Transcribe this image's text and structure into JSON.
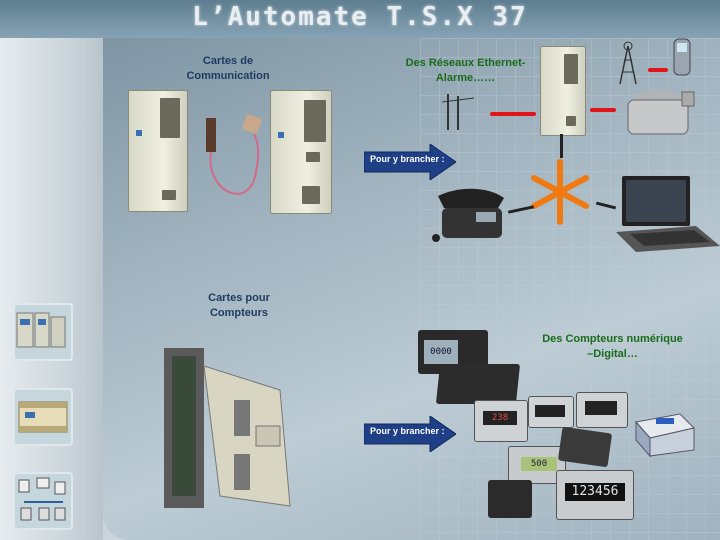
{
  "title": "L’Automate T.S.X 37",
  "labels": {
    "comm_cards": "Cartes de Communication",
    "networks": "Des Réseaux Ethernet-Alarme……",
    "counter_cards": "Cartes pour Compteurs",
    "digital_counters": "Des Compteurs numérique –Digital…"
  },
  "arrows": {
    "connect_top": "Pour y brancher :",
    "connect_bottom": "Pour y brancher :"
  },
  "displays": {
    "counter_1": "238",
    "counter_2": "500",
    "counter_3": "123456",
    "counter_4": "0000"
  },
  "colors": {
    "title_text": "#e9eef1",
    "label_blue": "#1e3a5f",
    "label_green": "#1a6b1a",
    "arrow_fill": "#1f3f86",
    "network_red": "#e0141a",
    "hub_orange": "#f07a12"
  }
}
